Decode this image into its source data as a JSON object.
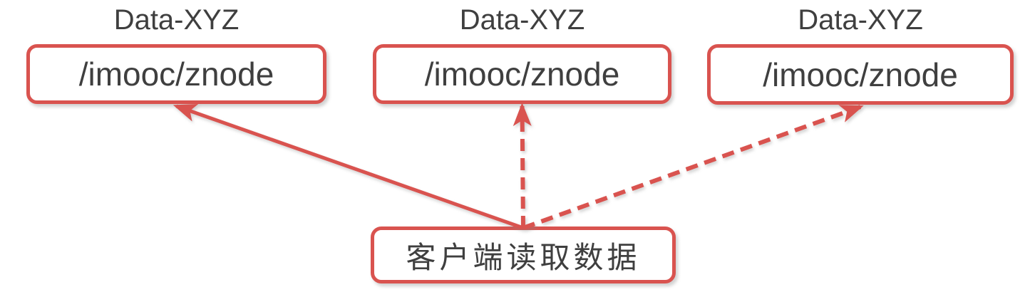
{
  "diagram": {
    "background_color": "#ffffff",
    "accent_color": "#d9534f",
    "text_color": "#3f3f3f",
    "nodes": [
      {
        "id": "znode-1",
        "label": "Data-XYZ",
        "box_text": "/imooc/znode"
      },
      {
        "id": "znode-2",
        "label": "Data-XYZ",
        "box_text": "/imooc/znode"
      },
      {
        "id": "znode-3",
        "label": "Data-XYZ",
        "box_text": "/imooc/znode"
      }
    ],
    "client": {
      "id": "client",
      "box_text": "客户端读取数据"
    },
    "edges": [
      {
        "from": "client",
        "to": "znode-1",
        "style": "solid",
        "direction": "client-to-znode"
      },
      {
        "from": "client",
        "to": "znode-2",
        "style": "dashed",
        "direction": "client-to-znode"
      },
      {
        "from": "client",
        "to": "znode-3",
        "style": "dashed",
        "direction": "client-to-znode"
      }
    ]
  }
}
